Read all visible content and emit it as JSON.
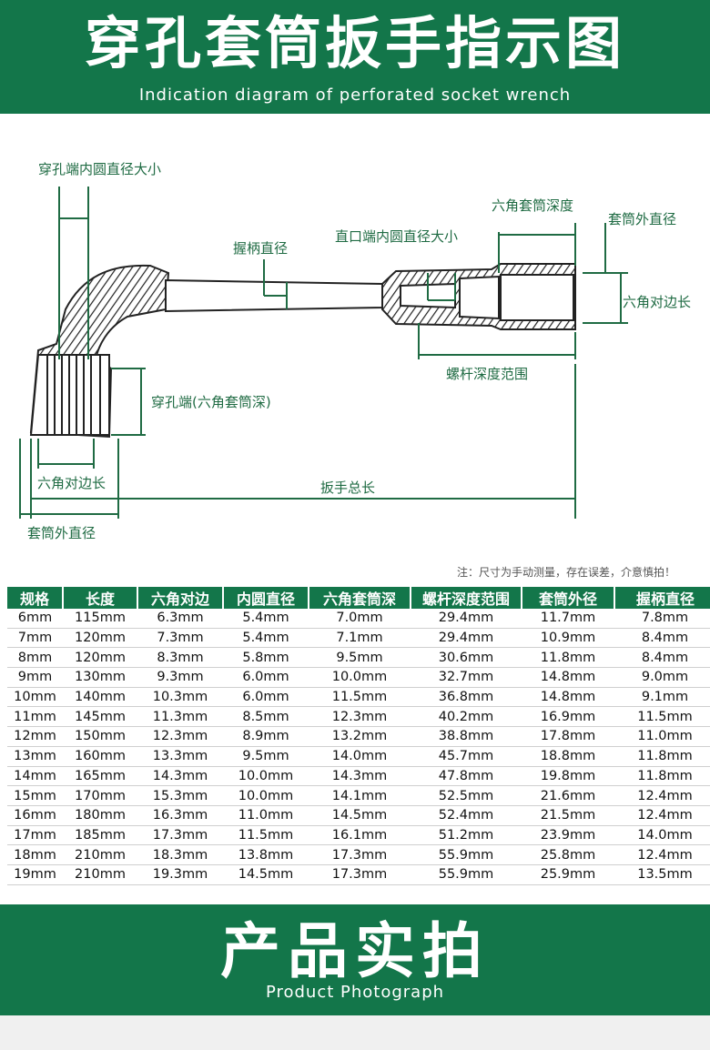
{
  "header": {
    "title": "穿孔套筒扳手指示图",
    "subtitle": "Indication diagram of perforated socket wrench"
  },
  "diagram": {
    "labels": {
      "perforated_inner_diameter": "穿孔端内圆直径大小",
      "handle_diameter": "握柄直径",
      "straight_inner_diameter": "直口端内圆直径大小",
      "hex_socket_depth": "六角套筒深度",
      "socket_outer_diameter_right": "套筒外直径",
      "hex_across_flats_right": "六角对边长",
      "screw_depth_range": "螺杆深度范围",
      "perforated_hex_depth": "穿孔端(六角套筒深)",
      "hex_across_flats_left": "六角对边长",
      "total_length": "扳手总长",
      "socket_outer_diameter_left": "套筒外直径"
    }
  },
  "note": "注：尺寸为手动测量，存在误差，介意慎拍！",
  "table": {
    "headers": [
      "规格",
      "长度",
      "六角对边",
      "内圆直径",
      "六角套筒深",
      "螺杆深度范围",
      "套筒外径",
      "握柄直径"
    ],
    "rows": [
      [
        "6mm",
        "115mm",
        "6.3mm",
        "5.4mm",
        "7.0mm",
        "29.4mm",
        "11.7mm",
        "7.8mm"
      ],
      [
        "7mm",
        "120mm",
        "7.3mm",
        "5.4mm",
        "7.1mm",
        "29.4mm",
        "10.9mm",
        "8.4mm"
      ],
      [
        "8mm",
        "120mm",
        "8.3mm",
        "5.8mm",
        "9.5mm",
        "30.6mm",
        "11.8mm",
        "8.4mm"
      ],
      [
        "9mm",
        "130mm",
        "9.3mm",
        "6.0mm",
        "10.0mm",
        "32.7mm",
        "14.8mm",
        "9.0mm"
      ],
      [
        "10mm",
        "140mm",
        "10.3mm",
        "6.0mm",
        "11.5mm",
        "36.8mm",
        "14.8mm",
        "9.1mm"
      ],
      [
        "11mm",
        "145mm",
        "11.3mm",
        "8.5mm",
        "12.3mm",
        "40.2mm",
        "16.9mm",
        "11.5mm"
      ],
      [
        "12mm",
        "150mm",
        "12.3mm",
        "8.9mm",
        "13.2mm",
        "38.8mm",
        "17.8mm",
        "11.0mm"
      ],
      [
        "13mm",
        "160mm",
        "13.3mm",
        "9.5mm",
        "14.0mm",
        "45.7mm",
        "18.8mm",
        "11.8mm"
      ],
      [
        "14mm",
        "165mm",
        "14.3mm",
        "10.0mm",
        "14.3mm",
        "47.8mm",
        "19.8mm",
        "11.8mm"
      ],
      [
        "15mm",
        "170mm",
        "15.3mm",
        "10.0mm",
        "14.1mm",
        "52.5mm",
        "21.6mm",
        "12.4mm"
      ],
      [
        "16mm",
        "180mm",
        "16.3mm",
        "11.0mm",
        "14.5mm",
        "52.4mm",
        "21.5mm",
        "12.4mm"
      ],
      [
        "17mm",
        "185mm",
        "17.3mm",
        "11.5mm",
        "16.1mm",
        "51.2mm",
        "23.9mm",
        "14.0mm"
      ],
      [
        "18mm",
        "210mm",
        "18.3mm",
        "13.8mm",
        "17.3mm",
        "55.9mm",
        "25.8mm",
        "12.4mm"
      ],
      [
        "19mm",
        "210mm",
        "19.3mm",
        "14.5mm",
        "17.3mm",
        "55.9mm",
        "25.9mm",
        "13.5mm"
      ]
    ]
  },
  "footer": {
    "title": "产品实拍",
    "subtitle": "Product Photograph"
  },
  "colors": {
    "brand_green": "#13764a",
    "label_green": "#1f6b43"
  }
}
